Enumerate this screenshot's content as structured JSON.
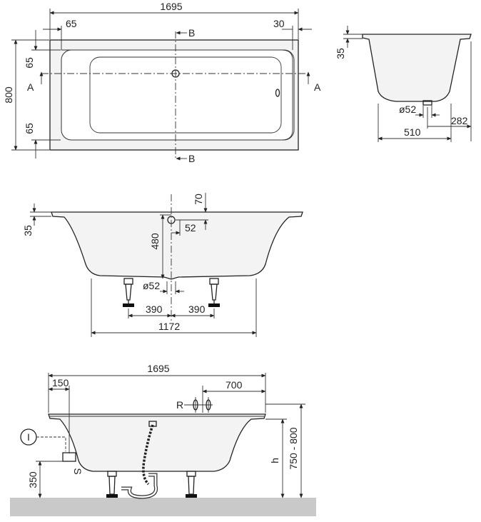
{
  "colors": {
    "line": "#222222",
    "fill": "#f3f3f3",
    "floor": "#c9c9c9",
    "background": "#ffffff"
  },
  "top_view": {
    "length": "1695",
    "rim_left": "65",
    "rim_right": "30",
    "width": "800",
    "side_top": "65",
    "side_bottom": "65",
    "section_a": "A",
    "section_b": "B"
  },
  "side_section": {
    "rim": "35",
    "diameter": "ø52",
    "offset": "282",
    "depth_base": "510"
  },
  "front_section": {
    "rim": "35",
    "drain_top": "70",
    "drain_offset": "52",
    "depth": "480",
    "drain_diameter": "ø52",
    "foot_left": "390",
    "foot_right": "390",
    "foot_span": "1172"
  },
  "install_view": {
    "length": "1695",
    "left_offset": "150",
    "right_offset": "700",
    "label_r": "R",
    "label_s": "S",
    "label_h": "h",
    "height_range": "750 - 800",
    "floor_height": "350",
    "marker": "I"
  }
}
